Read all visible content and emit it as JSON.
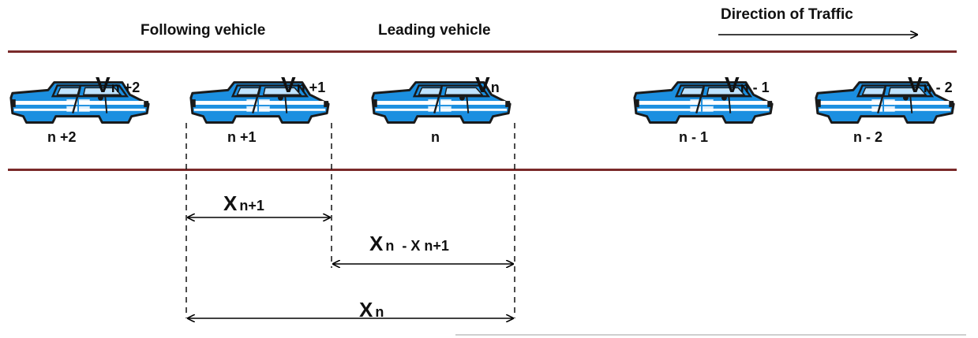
{
  "headers": {
    "following": "Following vehicle",
    "leading": "Leading vehicle",
    "direction": "Direction of Traffic"
  },
  "vehicles": [
    {
      "v_main": "V",
      "v_sub": "n +2",
      "index": "n +2"
    },
    {
      "v_main": "V",
      "v_sub": "n +1",
      "index": "n +1"
    },
    {
      "v_main": "V",
      "v_sub": "n",
      "index": "n"
    },
    {
      "v_main": "V",
      "v_sub": "n - 1",
      "index": "n - 1"
    },
    {
      "v_main": "V",
      "v_sub": "n - 2",
      "index": "n - 2"
    }
  ],
  "dimensions": {
    "gap_follow": {
      "main": "X",
      "sub": "n+1"
    },
    "gap_between": {
      "main": "X",
      "sub": "n  - X n+1"
    },
    "gap_lead": {
      "main": "X",
      "sub": "n"
    }
  },
  "colors": {
    "road": "#7a2a2a",
    "car_body": "#1b8fe0",
    "car_outline": "#1a1a1a",
    "car_stripe": "#ffffff"
  }
}
